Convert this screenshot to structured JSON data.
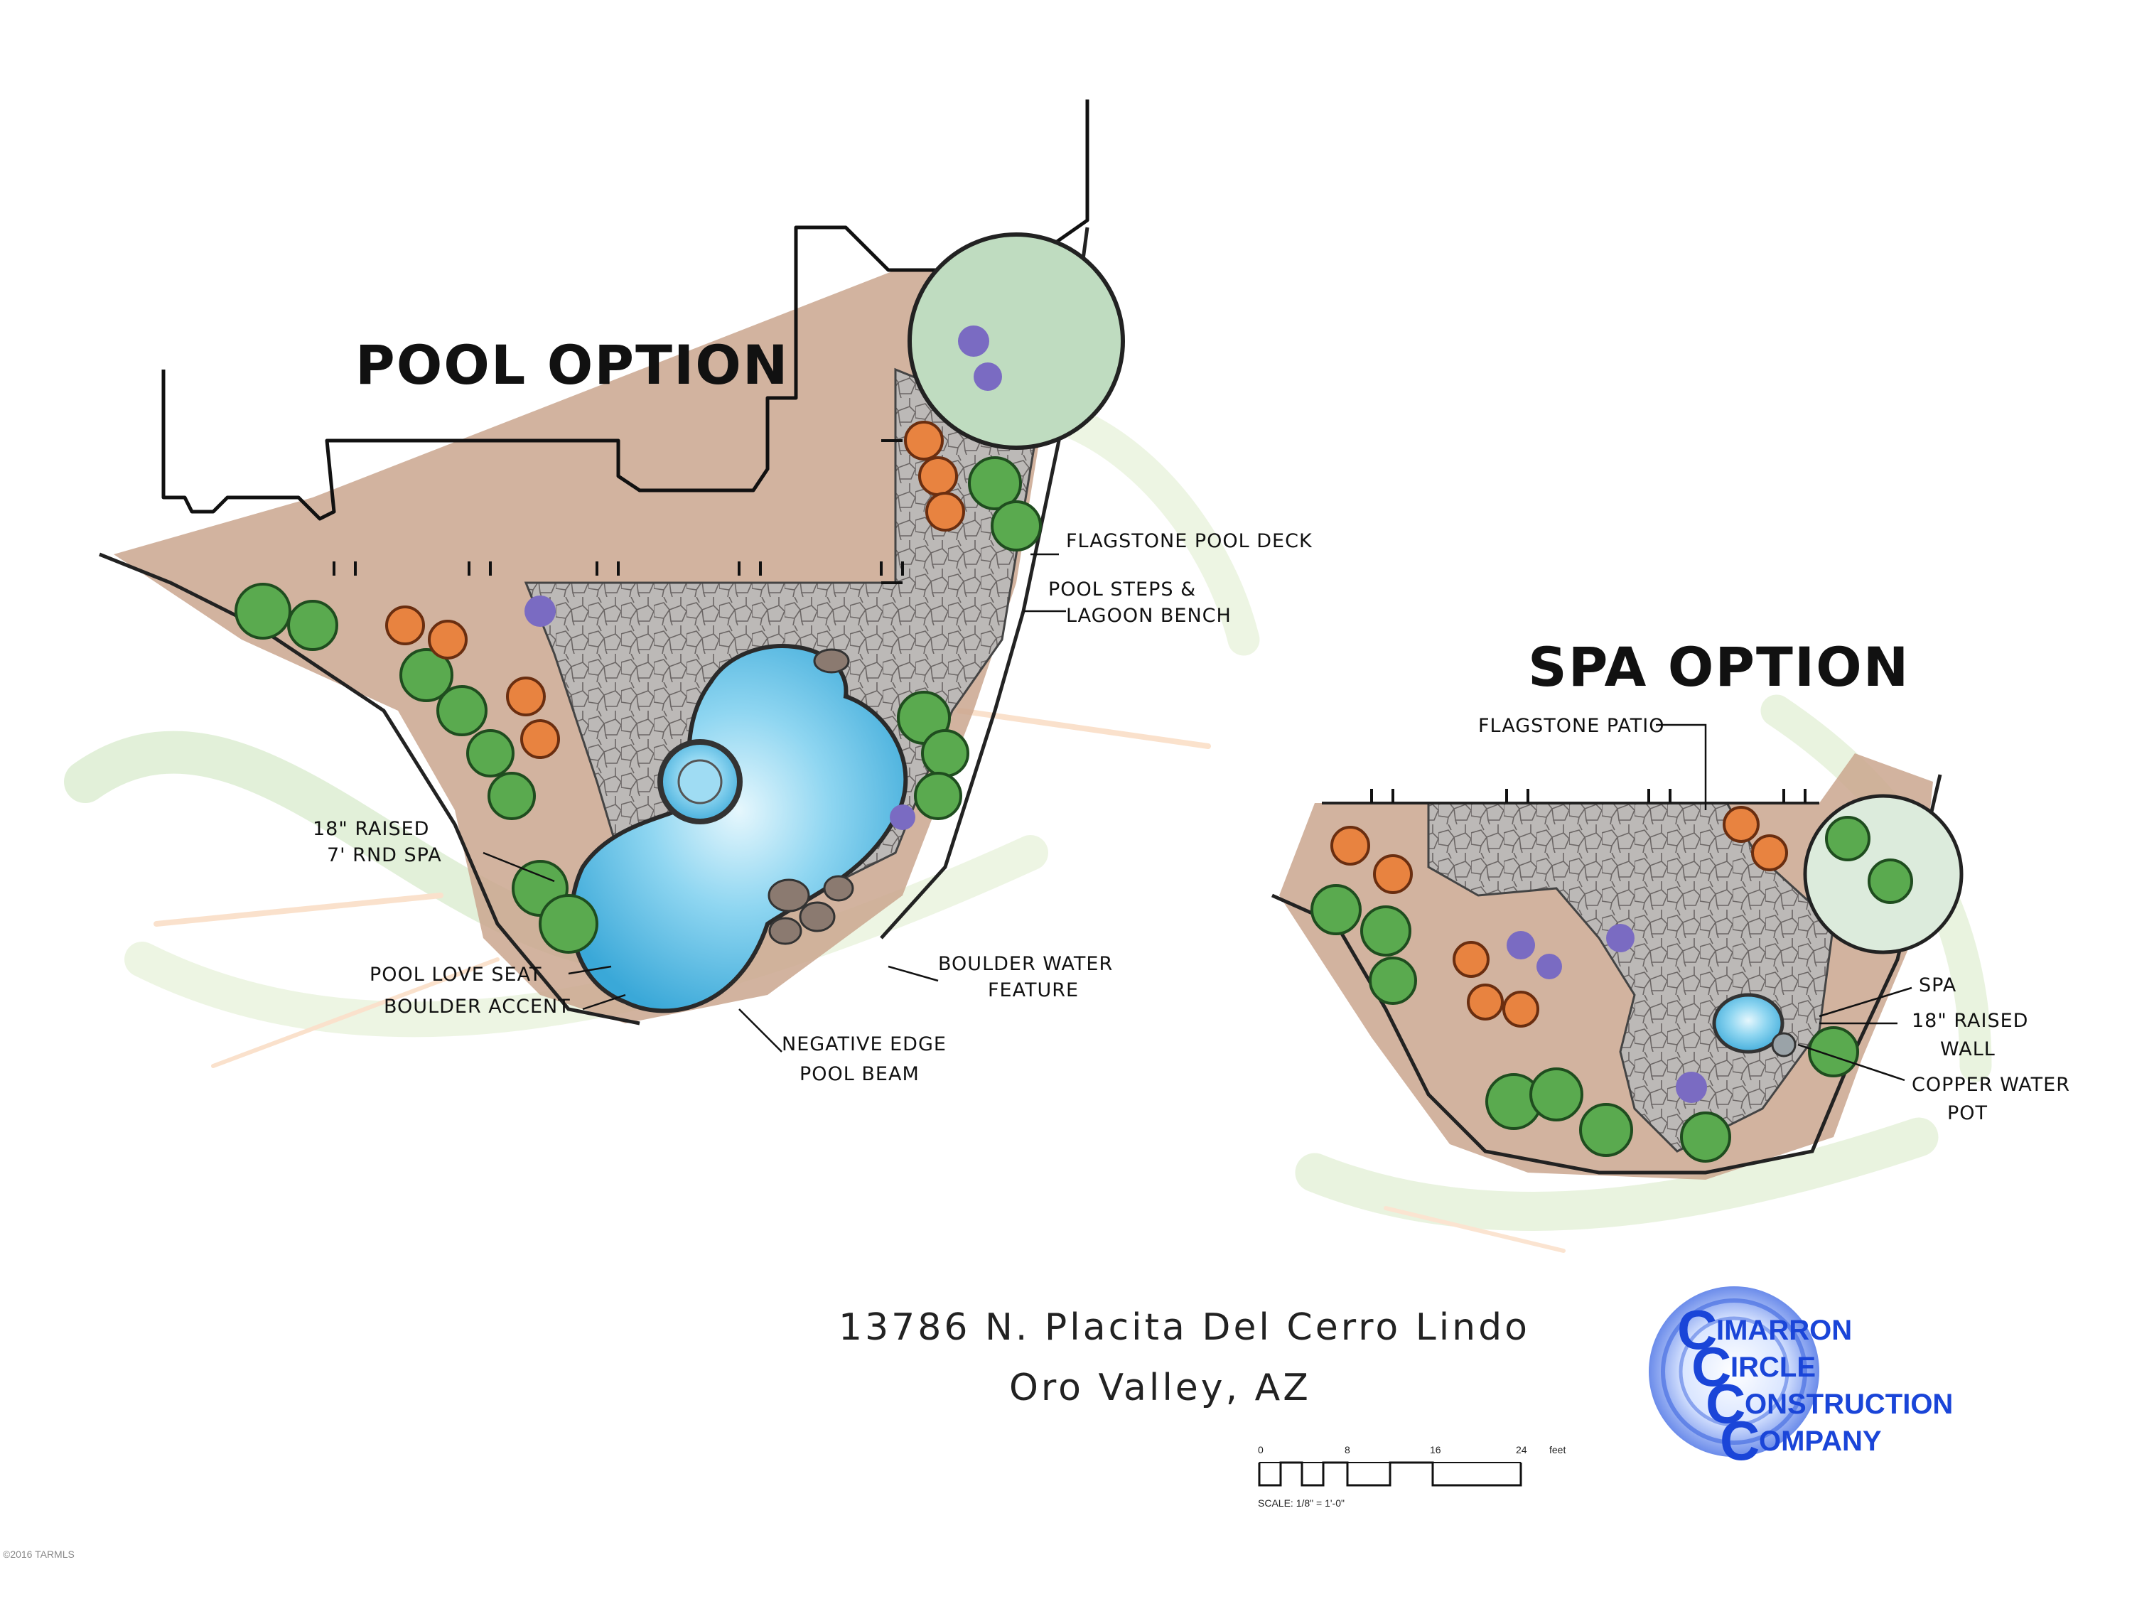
{
  "pool_plan": {
    "title": "POOL OPTION",
    "labels": {
      "flagstone_deck": "FLAGSTONE POOL DECK",
      "pool_steps_1": "POOL STEPS &",
      "pool_steps_2": "LAGOON BENCH",
      "raised_spa_1": "18\" RAISED",
      "raised_spa_2": "7' RND SPA",
      "love_seat": "POOL LOVE SEAT",
      "boulder_accent": "BOULDER ACCENT",
      "boulder_water_1": "BOULDER WATER",
      "boulder_water_2": "FEATURE",
      "negative_edge_1": "NEGATIVE EDGE",
      "negative_edge_2": "POOL BEAM"
    }
  },
  "spa_plan": {
    "title": "SPA OPTION",
    "labels": {
      "flagstone_patio": "FLAGSTONE PATIO",
      "spa": "SPA",
      "raised_wall_1": "18\" RAISED",
      "raised_wall_2": "WALL",
      "copper_pot_1": "COPPER WATER",
      "copper_pot_2": "POT"
    }
  },
  "address": {
    "line1": "13786 N. Placita Del Cerro Lindo",
    "line2": "Oro Valley, AZ"
  },
  "logo": {
    "letter_c1": "C",
    "word1": "IMARRON",
    "letter_c2": "C",
    "word2": "IRCLE",
    "letter_c3": "C",
    "word3": "ONSTRUCTION",
    "letter_c4": "C",
    "word4": "OMPANY",
    "color": "#1a45d8"
  },
  "scale_bar": {
    "ticks": [
      "0",
      "8",
      "16",
      "24"
    ],
    "unit": "feet",
    "caption": "SCALE: 1/8\" = 1'-0\""
  },
  "watermark": "©2016 TARMLS",
  "colors": {
    "water": "#66c8ec",
    "flagstone": "#b9b6b4",
    "earth": "#c9a48c",
    "shrub_green": "#55a64a",
    "shrub_orange": "#e7823e",
    "accent_purple": "#7a6bc2"
  }
}
